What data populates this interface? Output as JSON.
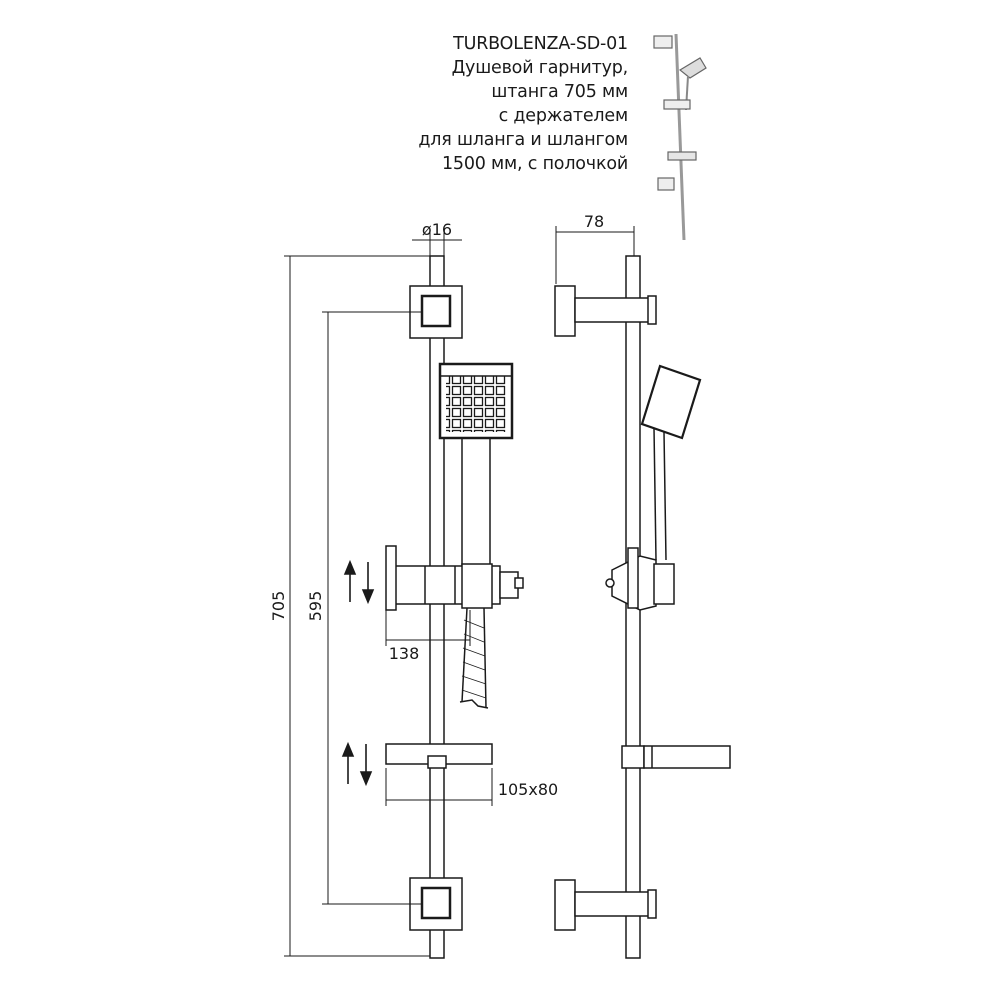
{
  "caption": {
    "model": "TURBOLENZA-SD-01",
    "lines": [
      "Душевой гарнитур,",
      "штанга 705 мм",
      "с держателем",
      "для шланга и шлангом",
      "1500 мм, с полочкой"
    ]
  },
  "dimensions": {
    "rail_diameter": "ø16",
    "wall_offset": "78",
    "total_height": "705",
    "mount_distance": "595",
    "holder_width": "138",
    "shelf_size": "105x80"
  },
  "colors": {
    "line": "#1a1a1a",
    "background": "#ffffff"
  }
}
